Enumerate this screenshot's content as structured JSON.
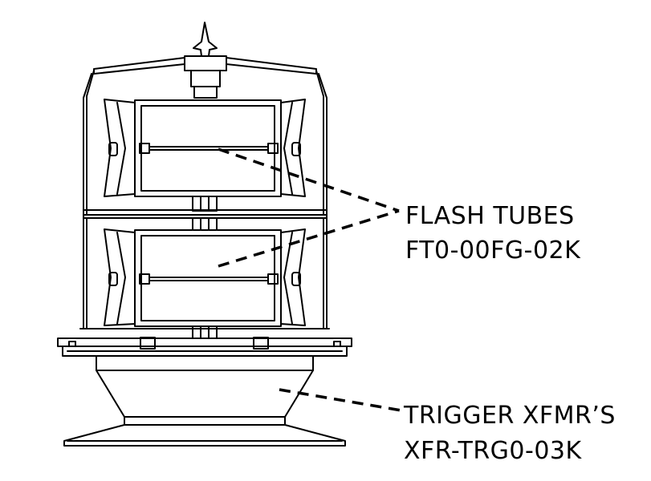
{
  "callouts": {
    "flash_tubes": {
      "name": "FLASH TUBES",
      "part_number": "FT0-00FG-02K"
    },
    "trigger_xfmrs": {
      "name": "TRIGGER XFMR’S",
      "part_number": "XFR-TRG0-03K"
    }
  },
  "colors": {
    "line": "#000000",
    "background": "#ffffff"
  }
}
